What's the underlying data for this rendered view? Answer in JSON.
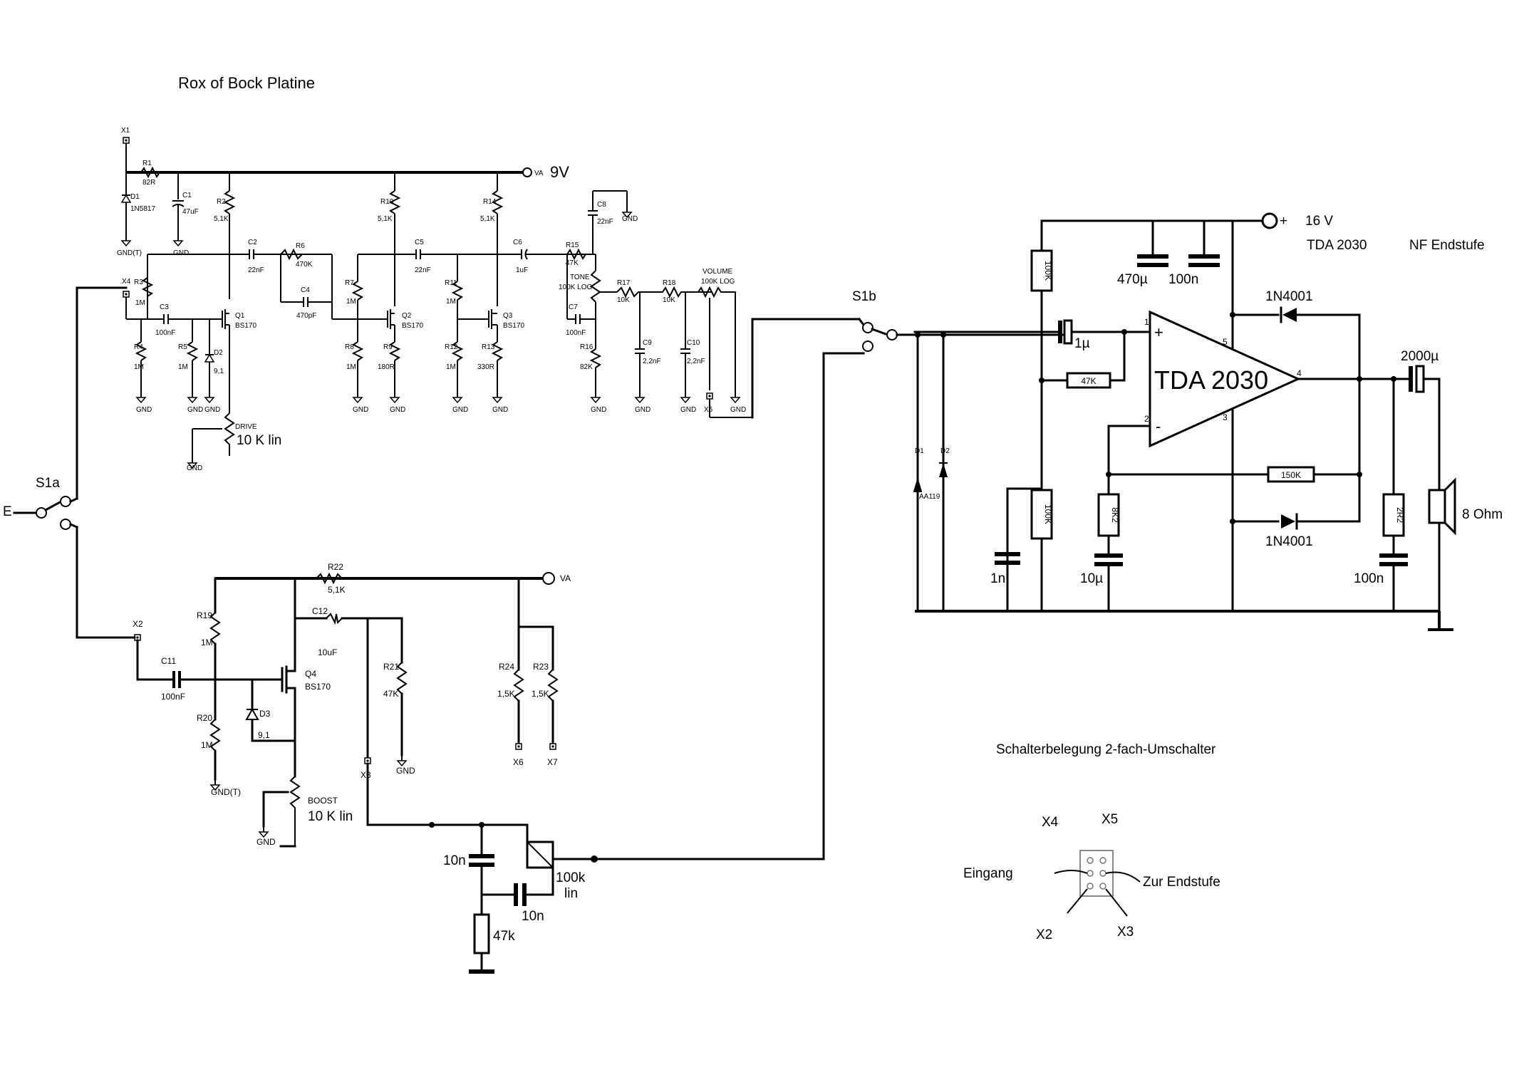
{
  "title": "Rox of Bock Platine",
  "supplies": {
    "va": "VA",
    "nine_v": "9V",
    "sixteen_v": "16 V"
  },
  "amp": {
    "chip": "TDA 2030",
    "chip_top_label": "TDA 2030",
    "stage_label": "NF Endstufe",
    "speaker": "8 Ohm"
  },
  "switches": {
    "s1a": "S1a",
    "s1b": "S1b",
    "input": "E"
  },
  "connectors": {
    "x1": "X1",
    "x2": "X2",
    "x3": "X3",
    "x4": "X4",
    "x5": "X5",
    "x6": "X6",
    "x7": "X7"
  },
  "components": {
    "r1": "R1",
    "r1v": "82R",
    "d1": "D1",
    "d1v": "1N5817",
    "c1": "C1",
    "c1v": "47uF",
    "r2": "R2",
    "r2v": "5,1K",
    "c2": "C2",
    "c2v": "22nF",
    "r6": "R6",
    "r6v": "470K",
    "c4": "C4",
    "c4v": "470pF",
    "r3": "R3",
    "r3v": "1M",
    "c3": "C3",
    "c3v": "100nF",
    "q1": "Q1",
    "q1v": "BS170",
    "r4": "R4",
    "r4v": "1M",
    "r5": "R5",
    "r5v": "1M",
    "d2": "D2",
    "d2v": "9,1",
    "drive": "DRIVE",
    "drive_v": "10 K lin",
    "r10": "R10",
    "r10v": "5,1K",
    "c5": "C5",
    "c5v": "22nF",
    "r7": "R7",
    "r7v": "1M",
    "q2": "Q2",
    "q2v": "BS170",
    "r8": "R8",
    "r8v": "1M",
    "r9": "R9",
    "r9v": "180R",
    "r14": "R14",
    "r14v": "5,1K",
    "c6": "C6",
    "c6v": "1uF",
    "r11": "R11",
    "r11v": "1M",
    "q3": "Q3",
    "q3v": "BS170",
    "r12": "R12",
    "r12v": "1M",
    "r13": "R13",
    "r13v": "330R",
    "c8": "C8",
    "c8v": "22nF",
    "r15": "R15",
    "r15v": "47K",
    "tone": "TONE",
    "tone_v": "100K LOG",
    "c7": "C7",
    "c7v": "100nF",
    "r16": "R16",
    "r16v": "82K",
    "r17": "R17",
    "r17v": "10K",
    "r18": "R18",
    "r18v": "10K",
    "c9": "C9",
    "c9v": "2,2nF",
    "c10": "C10",
    "c10v": "2,2nF",
    "volume": "VOLUME",
    "volume_v": "100K LOG",
    "r22": "R22",
    "r22v": "5,1K",
    "c12": "C12",
    "c12v": "10uF",
    "r19": "R19",
    "r19v": "1M",
    "c11": "C11",
    "c11v": "100nF",
    "q4": "Q4",
    "q4v": "BS170",
    "r20": "R20",
    "r20v": "1M",
    "d3": "D3",
    "d3v": "9,1",
    "r21": "R21",
    "r21v": "47K",
    "r24": "R24",
    "r24v": "1,5K",
    "r23": "R23",
    "r23v": "1,5K",
    "boost": "BOOST",
    "boost_v": "10 K lin",
    "cap_10n_a": "10n",
    "cap_10n_b": "10n",
    "pot_100k": "100k",
    "pot_lin": "lin",
    "res_47k": "47k",
    "amp_100k_top": "100K",
    "amp_100k_bot": "100K",
    "amp_47k": "47K",
    "amp_150k": "150K",
    "amp_8k2": "8K2",
    "amp_2r2": "2R2",
    "amp_470u": "470µ",
    "amp_100n_top": "100n",
    "amp_1u": "1µ",
    "amp_1n": "1n",
    "amp_10u": "10µ",
    "amp_100n_bot": "100n",
    "amp_2000u": "2000µ",
    "amp_1n4001_a": "1N4001",
    "amp_1n4001_b": "1N4001",
    "amp_d1": "D1",
    "amp_d2": "D2",
    "amp_aa119": "AA119"
  },
  "pins": {
    "p1": "1",
    "p2": "2",
    "p3": "3",
    "p4": "4",
    "p5": "5",
    "plus": "+",
    "minus": "-"
  },
  "grounds": {
    "gnd": "GND",
    "gnd_t": "GND(T)"
  },
  "switch_legend": {
    "title": "Schalterbelegung 2-fach-Umschalter",
    "x4": "X4",
    "x5": "X5",
    "x2": "X2",
    "x3": "X3",
    "eingang": "Eingang",
    "zur_endstufe": "Zur Endstufe"
  }
}
